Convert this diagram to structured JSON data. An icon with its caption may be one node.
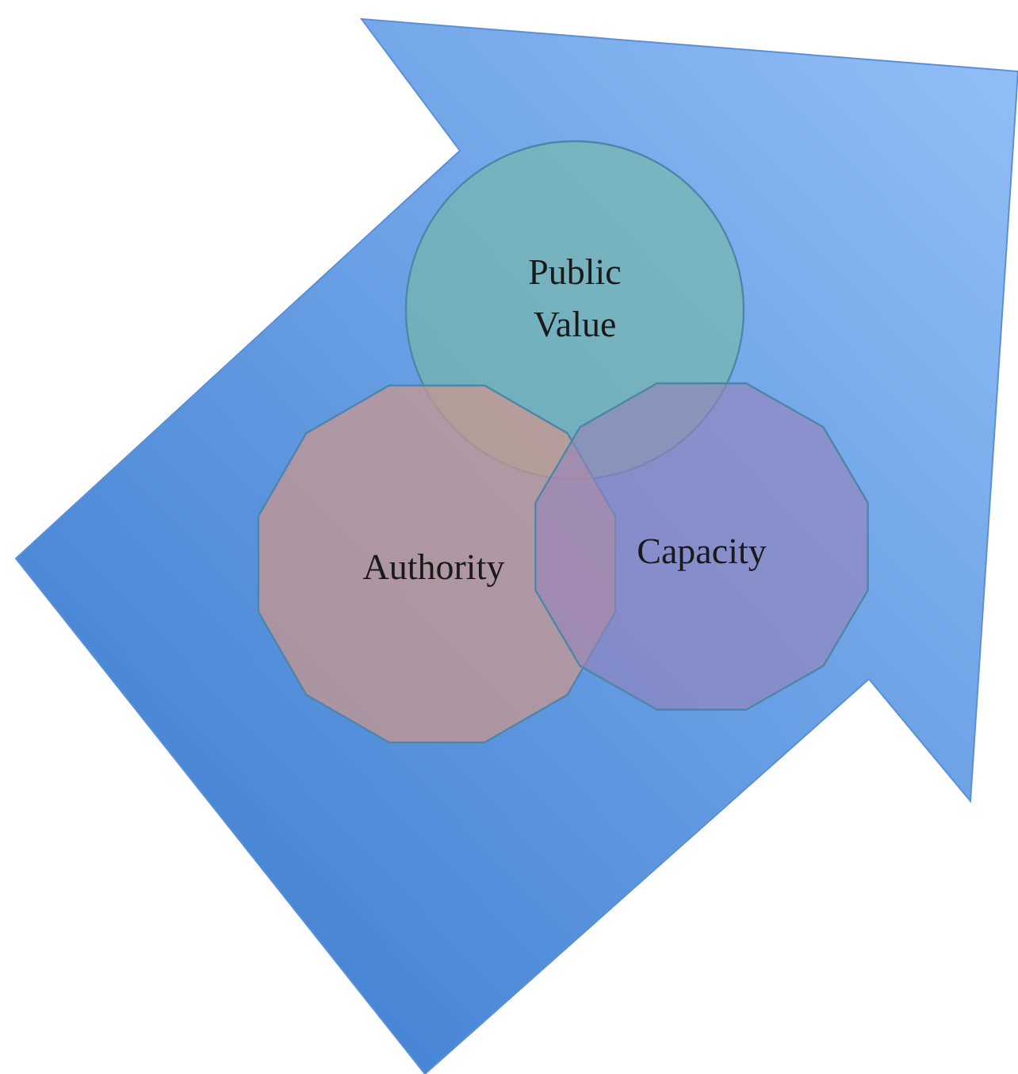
{
  "diagram": {
    "nodes": [
      {
        "text": [
          "Public Value"
        ]
      },
      {
        "text": [
          "Authority"
        ]
      },
      {
        "text": [
          "Capacity"
        ]
      }
    ]
  }
}
